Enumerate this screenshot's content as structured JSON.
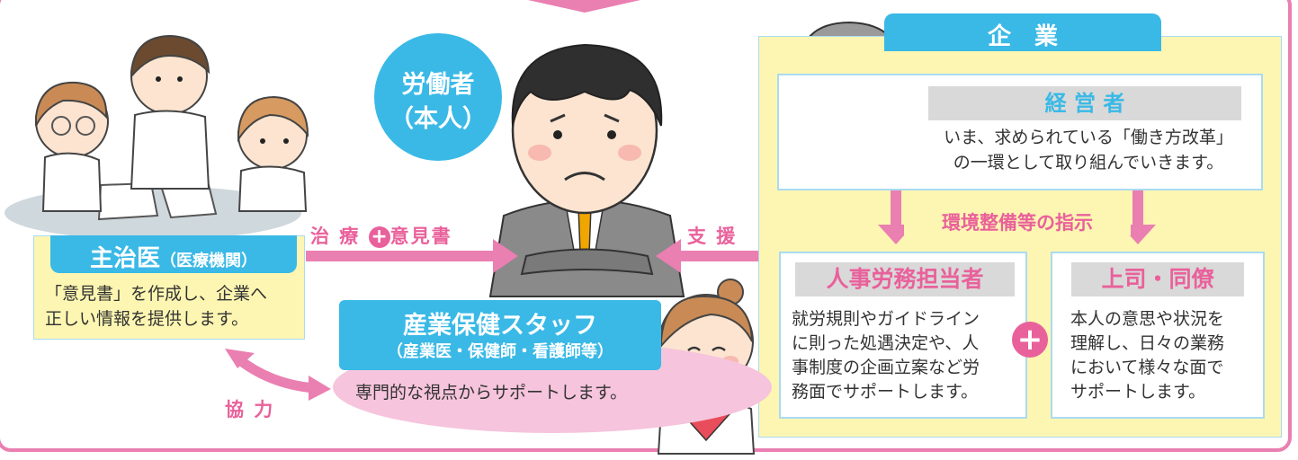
{
  "worker": {
    "line1": "労働者",
    "line2": "（本人）"
  },
  "enterprise": {
    "title": "企　業",
    "manager": {
      "title": "経 営 者",
      "desc_line1": "いま、求められている「働き方改革」",
      "desc_line2": "の一環として取り組んでいきます。"
    },
    "instruction": "環境整備等の指示",
    "hr": {
      "title": "人事労務担当者",
      "desc": [
        "就労規則やガイドライン",
        "に則った処遇決定や、人",
        "事制度の企画立案など労",
        "務面でサポートします。"
      ]
    },
    "boss": {
      "title": "上司・同僚",
      "desc": [
        "本人の意思や状況を",
        "理解し、日々の業務",
        "において様々な面で",
        "サポートします。"
      ]
    }
  },
  "doctor": {
    "title": "主治医",
    "subtitle": "（医療機関）",
    "desc_line1": "「意見書」を作成し、企業へ",
    "desc_line2": "正しい情報を提供します。"
  },
  "staff": {
    "title": "産業保健スタッフ",
    "subtitle": "（産業医・保健師・看護師等）",
    "desc": "専門的な視点からサポートします。"
  },
  "arrows": {
    "treatment": "治 療",
    "opinion": "意見書",
    "support": "支 援",
    "cooperation": "協 力"
  },
  "colors": {
    "pink": "#ea7fb1",
    "cyan": "#3ab9e6",
    "yellow": "#fdf6b2",
    "lightblue": "#a9dbf1"
  }
}
